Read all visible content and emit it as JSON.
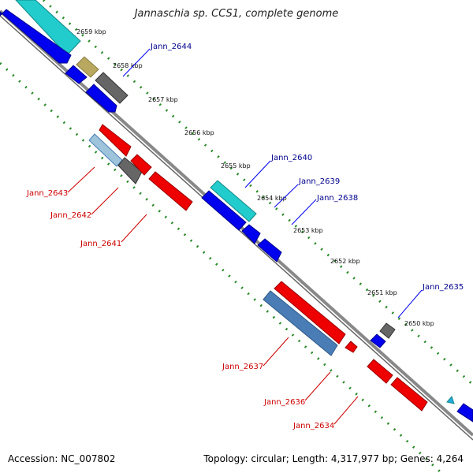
{
  "title": "Jannaschia sp. CCS1, complete genome",
  "accession": "Accession: NC_007802",
  "topology": "Topology: circular; Length: 4,317,977 bp; Genes: 4,264",
  "ticks": [
    "2659 kbp",
    "2658 kbp",
    "2657 kbp",
    "2656 kbp",
    "2655 kbp",
    "2654 kbp",
    "2653 kbp",
    "2652 kbp",
    "2651 kbp",
    "2650 kbp"
  ],
  "genes_forward": [
    "Jann_2644",
    "Jann_2640",
    "Jann_2639",
    "Jann_2638",
    "Jann_2635"
  ],
  "genes_reverse": [
    "Jann_2643",
    "Jann_2642",
    "Jann_2641",
    "Jann_2637",
    "Jann_2636",
    "Jann_2634"
  ],
  "colors": {
    "cds_blue": "#0000ee",
    "cds_red": "#ee0000",
    "rrna_cyan": "#22cccc",
    "trna_gray": "#666666",
    "olive": "#b8a860",
    "steel": "#4a7db5",
    "tick_green": "#2b8a2b"
  }
}
